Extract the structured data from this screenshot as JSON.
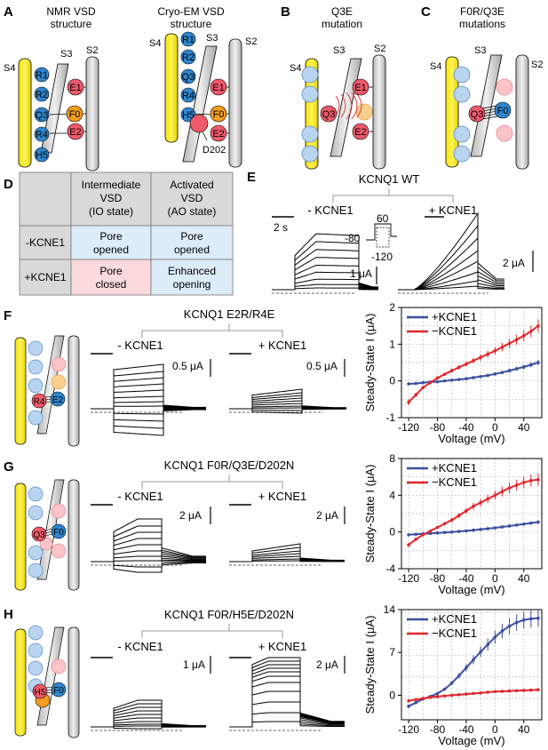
{
  "panels": {
    "A": "A",
    "B": "B",
    "C": "C",
    "D": "D",
    "E": "E",
    "F": "F",
    "G": "G",
    "H": "H"
  },
  "vsd": {
    "nmr_title_1": "NMR VSD",
    "nmr_title_2": "structure",
    "cryo_title_1": "Cryo-EM VSD",
    "cryo_title_2": "structure",
    "q3e_title_1": "Q3E",
    "q3e_title_2": "mutation",
    "f0r_title_1": "F0R/Q3E",
    "f0r_title_2": "mutations",
    "s4": "S4",
    "s3": "S3",
    "s2": "S2",
    "r1": "R1",
    "r2": "R2",
    "q3": "Q3",
    "r4": "R4",
    "h5": "H5",
    "e1": "E1",
    "f0": "F0",
    "e2": "E2",
    "d202": "D202"
  },
  "table": {
    "col1_l1": "Intermediate",
    "col1_l2": "VSD",
    "col1_l3": "(IO state)",
    "col2_l1": "Activated",
    "col2_l2": "VSD",
    "col2_l3": "(AO state)",
    "row1": "-KCNE1",
    "row2": "+KCNE1",
    "c11_l1": "Pore",
    "c11_l2": "opened",
    "c12_l1": "Pore",
    "c12_l2": "opened",
    "c21_l1": "Pore",
    "c21_l2": "closed",
    "c22_l1": "Enhanced",
    "c22_l2": "opening",
    "colors": {
      "header": "#d9d9d9",
      "open": "#dcecf8",
      "closed": "#fadadd"
    }
  },
  "traces": {
    "e_title": "KCNQ1 WT",
    "minus": "- KCNE1",
    "plus": "+ KCNE1",
    "scale_time": "2 s",
    "protocol_top": "60",
    "protocol_left": "-80",
    "protocol_bottom": "-120",
    "e_scale_minus": "1 μA",
    "e_scale_plus": "2 μA",
    "f_title": "KCNQ1 E2R/R4E",
    "f_scale_minus": "0.5 μA",
    "f_scale_plus": "0.5 μA",
    "g_title": "KCNQ1 F0R/Q3E/D202N",
    "g_scale_minus": "2 μA",
    "g_scale_plus": "2 μA",
    "h_title": "KCNQ1 F0R/H5E/D202N",
    "h_scale_minus": "1 μA",
    "h_scale_plus": "2 μA"
  },
  "chart_data": [
    {
      "panel": "F",
      "type": "line",
      "xlabel": "Voltage (mV)",
      "ylabel": "Steady-State I (μA)",
      "xlim": [
        -130,
        65
      ],
      "ylim": [
        -1,
        2
      ],
      "xticks": [
        -120,
        -80,
        -40,
        0,
        40
      ],
      "yticks": [
        -1,
        0,
        1,
        2
      ],
      "grid": true,
      "legend": "top-left",
      "x": [
        -120,
        -110,
        -100,
        -90,
        -80,
        -70,
        -60,
        -50,
        -40,
        -30,
        -20,
        -10,
        0,
        10,
        20,
        30,
        40,
        50,
        60
      ],
      "series": [
        {
          "name": "+KCNE1",
          "color": "#3b4fa0",
          "values": [
            -0.08,
            -0.07,
            -0.05,
            -0.03,
            -0.02,
            0.0,
            0.02,
            0.04,
            0.06,
            0.09,
            0.12,
            0.15,
            0.19,
            0.23,
            0.28,
            0.33,
            0.38,
            0.44,
            0.5
          ]
        },
        {
          "name": "−KCNE1",
          "color": "#e0262b",
          "values": [
            -0.58,
            -0.38,
            -0.18,
            -0.05,
            0.08,
            0.18,
            0.28,
            0.37,
            0.46,
            0.55,
            0.64,
            0.73,
            0.82,
            0.92,
            1.02,
            1.12,
            1.23,
            1.35,
            1.5
          ]
        }
      ]
    },
    {
      "panel": "G",
      "type": "line",
      "xlabel": "Voltage (mV)",
      "ylabel": "Steady-State I (μA)",
      "xlim": [
        -130,
        65
      ],
      "ylim": [
        -4,
        8
      ],
      "xticks": [
        -120,
        -80,
        -40,
        0,
        40
      ],
      "yticks": [
        -4,
        0,
        4,
        8
      ],
      "grid": true,
      "legend": "top-left",
      "x": [
        -120,
        -110,
        -100,
        -90,
        -80,
        -70,
        -60,
        -50,
        -40,
        -30,
        -20,
        -10,
        0,
        10,
        20,
        30,
        40,
        50,
        60
      ],
      "series": [
        {
          "name": "+KCNE1",
          "color": "#3b4fa0",
          "values": [
            -0.3,
            -0.25,
            -0.2,
            -0.15,
            -0.1,
            -0.05,
            0.0,
            0.06,
            0.12,
            0.2,
            0.28,
            0.36,
            0.45,
            0.55,
            0.65,
            0.75,
            0.86,
            0.97,
            1.08
          ]
        },
        {
          "name": "−KCNE1",
          "color": "#e0262b",
          "values": [
            -1.4,
            -0.8,
            -0.3,
            0.1,
            0.5,
            0.9,
            1.3,
            1.8,
            2.3,
            2.8,
            3.2,
            3.6,
            4.0,
            4.4,
            4.8,
            5.1,
            5.4,
            5.6,
            5.7
          ]
        }
      ]
    },
    {
      "panel": "H",
      "type": "line",
      "xlabel": "Voltage (mV)",
      "ylabel": "Steady-State I (μA)",
      "xlim": [
        -130,
        65
      ],
      "ylim": [
        -4,
        14
      ],
      "xticks": [
        -120,
        -80,
        -40,
        0,
        40
      ],
      "yticks": [
        0,
        7,
        14
      ],
      "grid": true,
      "legend": "top-left",
      "x": [
        -120,
        -110,
        -100,
        -90,
        -80,
        -70,
        -60,
        -50,
        -40,
        -30,
        -20,
        -10,
        0,
        10,
        20,
        30,
        40,
        50,
        60
      ],
      "series": [
        {
          "name": "+KCNE1",
          "color": "#3b4fa0",
          "values": [
            -1.8,
            -1.2,
            -0.6,
            -0.2,
            0.3,
            1.0,
            2.0,
            3.2,
            4.5,
            5.8,
            7.1,
            8.3,
            9.5,
            10.5,
            11.3,
            11.9,
            12.3,
            12.5,
            12.6
          ]
        },
        {
          "name": "−KCNE1",
          "color": "#e0262b",
          "values": [
            -0.9,
            -0.7,
            -0.5,
            -0.35,
            -0.2,
            -0.1,
            0.0,
            0.1,
            0.2,
            0.3,
            0.4,
            0.5,
            0.6,
            0.65,
            0.7,
            0.75,
            0.8,
            0.85,
            0.9
          ]
        }
      ]
    }
  ]
}
